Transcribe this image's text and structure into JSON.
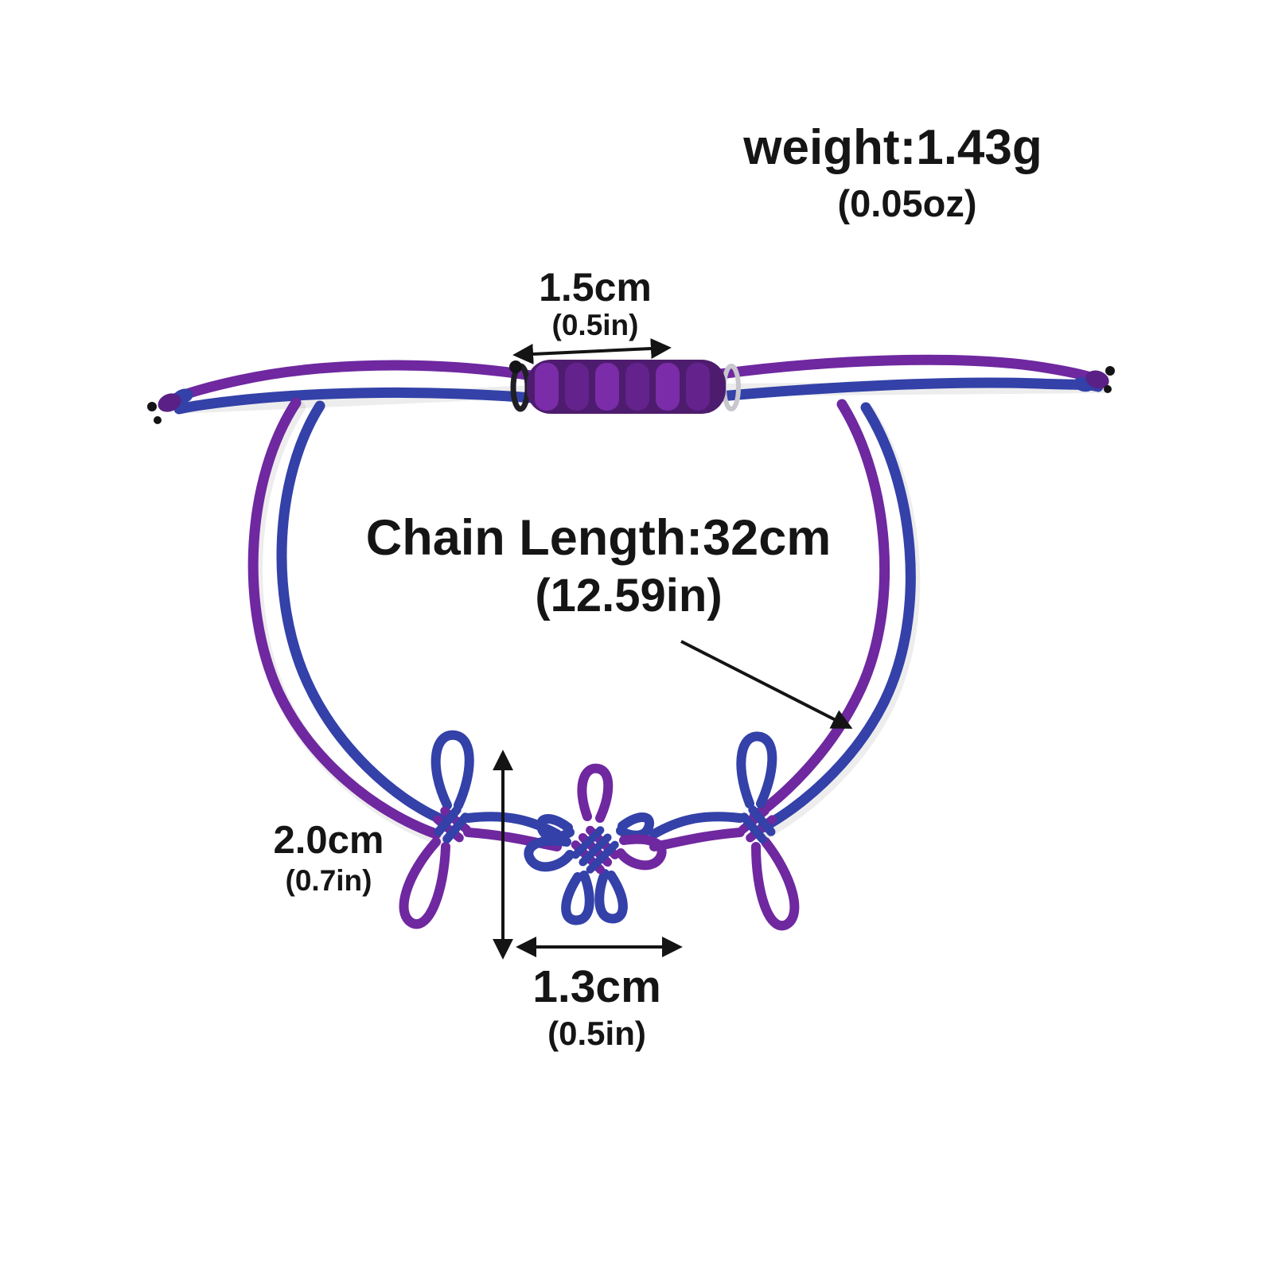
{
  "page": {
    "type": "product-dimension-photo",
    "subject": "two-tone purple and blue cord bracelet with chinese knots",
    "background_color": "#ffffff"
  },
  "labels": {
    "weight": {
      "main": "weight:1.43g",
      "sub": "(0.05oz)"
    },
    "slider_width": {
      "main": "1.5cm",
      "sub": "(0.5in)"
    },
    "chain_length": {
      "main": "Chain Length:32cm",
      "sub": "(12.59in)"
    },
    "pendant_height": {
      "main": "2.0cm",
      "sub": "(0.7in)"
    },
    "pendant_width": {
      "main": "1.3cm",
      "sub": "(0.5in)"
    }
  },
  "colors": {
    "cord_purple": "#6f28a0",
    "cord_purple_dark": "#4e1c6e",
    "cord_blue": "#3341a8",
    "cord_blue_dark": "#242c74",
    "annotation_black": "#141414",
    "ring_silver": "#c7c7cd",
    "bead_black": "#141417"
  }
}
